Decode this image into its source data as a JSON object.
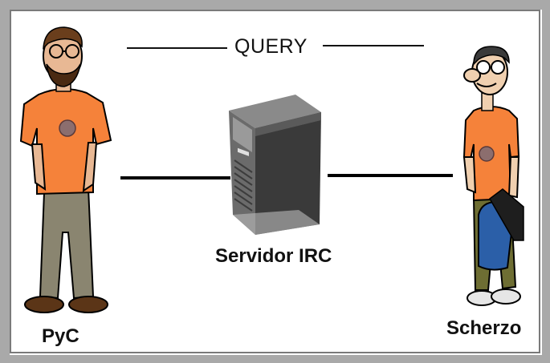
{
  "diagram": {
    "query_label": "QUERY",
    "server_label": "Servidor IRC",
    "left_user_label": "PyC",
    "right_user_label": "Scherzo"
  },
  "colors": {
    "frame": "#a9a9a9",
    "shirt": "#f5823a",
    "pants_left": "#8a8570",
    "pants_right": "#6e6e33",
    "server_body": "#4a4a4a",
    "bag": "#2b5fa8"
  }
}
